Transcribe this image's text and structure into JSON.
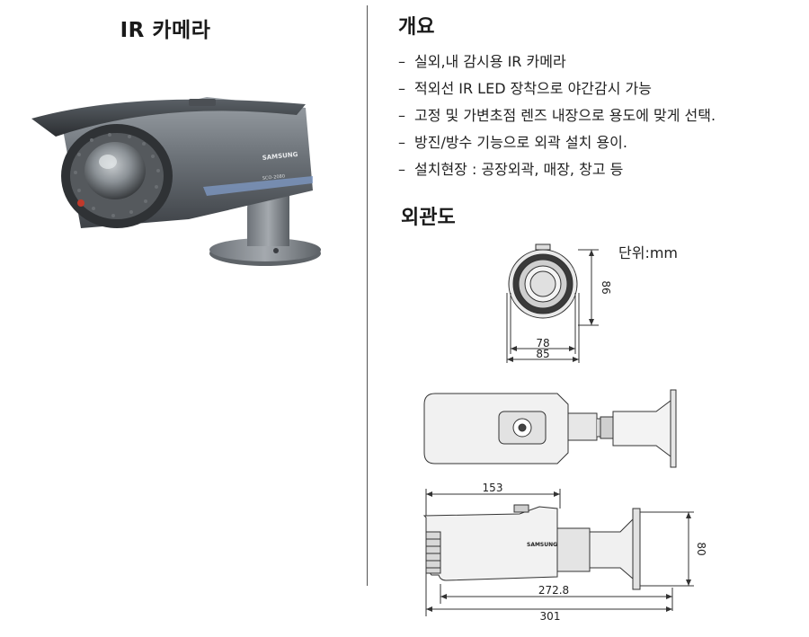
{
  "left_title": "IR 카메라",
  "camera_brand": "SAMSUNG",
  "camera_model": "SCO-2080",
  "overview": {
    "title": "개요",
    "bullet": "–",
    "items": [
      "실외,내 감시용 IR 카메라",
      "적외선 IR LED 장착으로 야간감시 가능",
      "고정 및 가변초점 렌즈 내장으로 용도에 맞게 선택.",
      "방진/방수 기능으로 외곽 설치 용이.",
      "설치현장 : 공장외곽, 매장, 창고 등"
    ]
  },
  "appearance": {
    "title": "외관도",
    "unit": "단위:mm",
    "front_dims": {
      "height": "86",
      "inner_width": "78",
      "outer_width": "85"
    },
    "side_dims": {
      "top_length": "153",
      "height": "80",
      "mid_length": "272.8",
      "total_length": "301"
    }
  }
}
